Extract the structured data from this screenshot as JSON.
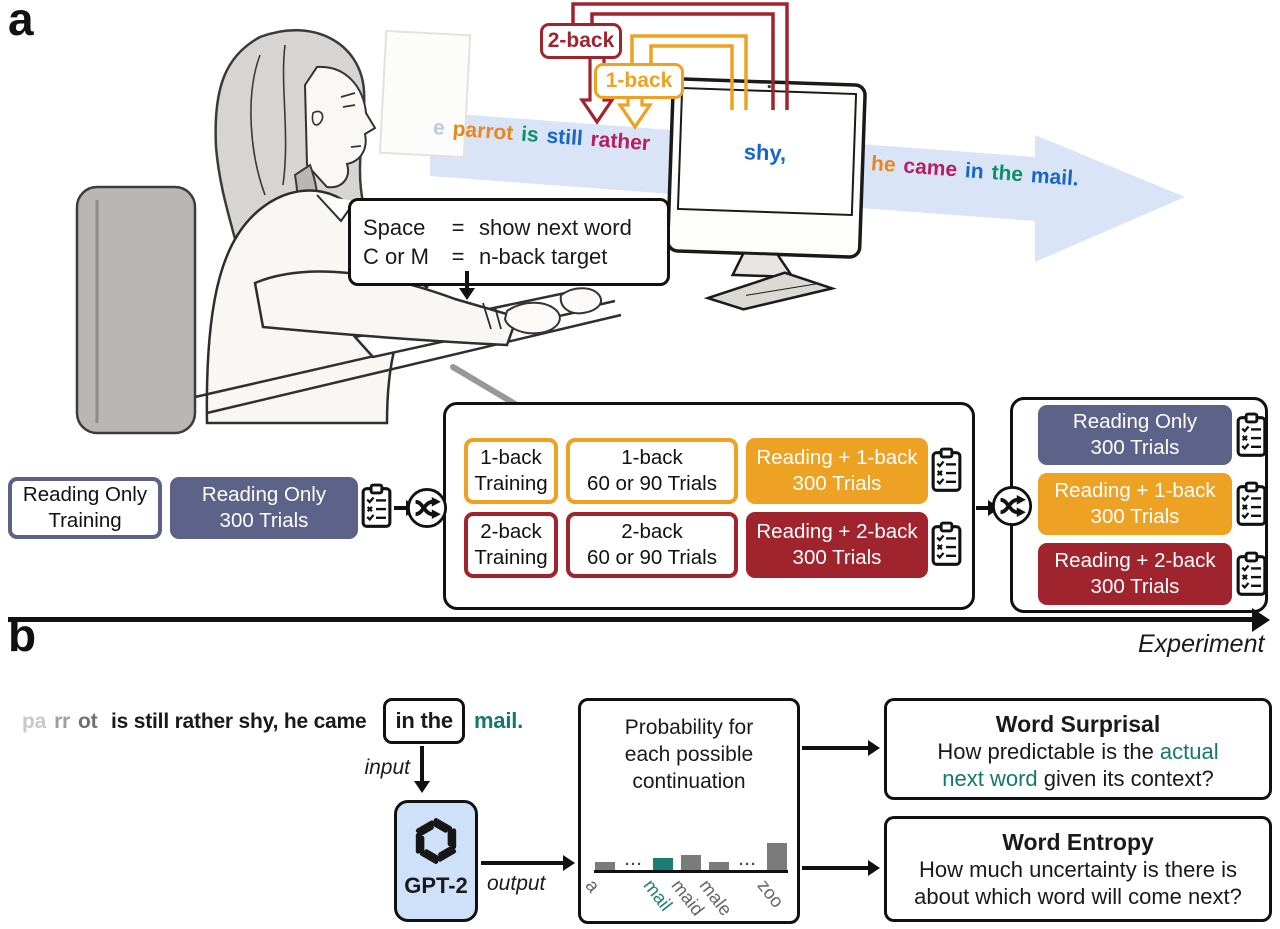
{
  "colors": {
    "orange": "#EDA224",
    "dark_red": "#A0242E",
    "slate": "#5D6289",
    "blue": "#1566C8",
    "magenta": "#B71E62",
    "word_orange": "#E8871E",
    "teal": "#0E8F68",
    "teal_dark": "#16786C",
    "ghost": "#BCC8E6",
    "band_blue": "#D9E4F6",
    "gpt_blue": "#CFE1F9",
    "bar_gray": "#7B7B7B",
    "chart_teal": "#1B7E72",
    "ink": "#1A1A1A"
  },
  "panel_a": {
    "label": "a",
    "two_back_label": "2-back",
    "one_back_label": "1-back",
    "sentence_pre": [
      {
        "t": "e",
        "c": "ghost"
      },
      {
        "t": "parrot",
        "c": "word_orange"
      },
      {
        "t": "is",
        "c": "teal"
      },
      {
        "t": "still",
        "c": "blue"
      },
      {
        "t": "rather",
        "c": "magenta"
      }
    ],
    "screen_word": "shy,",
    "sentence_post": [
      {
        "t": "he",
        "c": "word_orange"
      },
      {
        "t": "came",
        "c": "magenta"
      },
      {
        "t": "in",
        "c": "blue"
      },
      {
        "t": "the",
        "c": "teal"
      },
      {
        "t": "mail.",
        "c": "blue"
      }
    ],
    "key_legend": {
      "rows": [
        {
          "key": "Space",
          "eq": "=",
          "val": "show next word"
        },
        {
          "key": "C or M",
          "eq": "=",
          "val": "n-back target"
        }
      ]
    },
    "flow": {
      "reading_training": "Reading Only\nTraining",
      "reading_300": "Reading Only\n300 Trials",
      "one_back_training": "1-back\nTraining",
      "one_back_trials": "1-back\n60 or 90 Trials",
      "one_back_300": "Reading + 1-back\n300 Trials",
      "two_back_training": "2-back\nTraining",
      "two_back_trials": "2-back\n60 or 90 Trials",
      "two_back_300": "Reading + 2-back\n300 Trials",
      "final_reading_300": "Reading Only\n300 Trials",
      "final_one_back_300": "Reading + 1-back\n300 Trials",
      "final_two_back_300": "Reading + 2-back\n300 Trials"
    },
    "timeline_label": "Experiment"
  },
  "panel_b": {
    "label": "b",
    "context_words": [
      {
        "t": "pa",
        "c": "#C9C9C9"
      },
      {
        "t": "rr",
        "c": "#9E9E9E"
      },
      {
        "t": "ot",
        "c": "#707070"
      },
      {
        "t": " is still rather shy, he came",
        "c": "ink"
      }
    ],
    "boxed_words": "in the",
    "next_word": "mail.",
    "input_label": "input",
    "output_label": "output",
    "model_name": "GPT-2",
    "chart_data": {
      "type": "bar",
      "title": "Probability for\neach possible\ncontinuation",
      "categories": [
        "a",
        "…",
        "mail",
        "maid",
        "male",
        "…",
        "zoo"
      ],
      "values": [
        0.3,
        null,
        0.44,
        0.55,
        0.3,
        null,
        1.0
      ],
      "highlight_category": "mail"
    },
    "surprisal": {
      "title": "Word Surprisal",
      "line1": [
        {
          "t": "How predictable is the ",
          "c": "ink"
        },
        {
          "t": "actual",
          "c": "teal_dark"
        }
      ],
      "line2": [
        {
          "t": "next word",
          "c": "teal_dark"
        },
        {
          "t": " given its context?",
          "c": "ink"
        }
      ]
    },
    "entropy": {
      "title": "Word Entropy",
      "line1": "How much uncertainty is there is",
      "line2": "about which word will come next?"
    }
  }
}
